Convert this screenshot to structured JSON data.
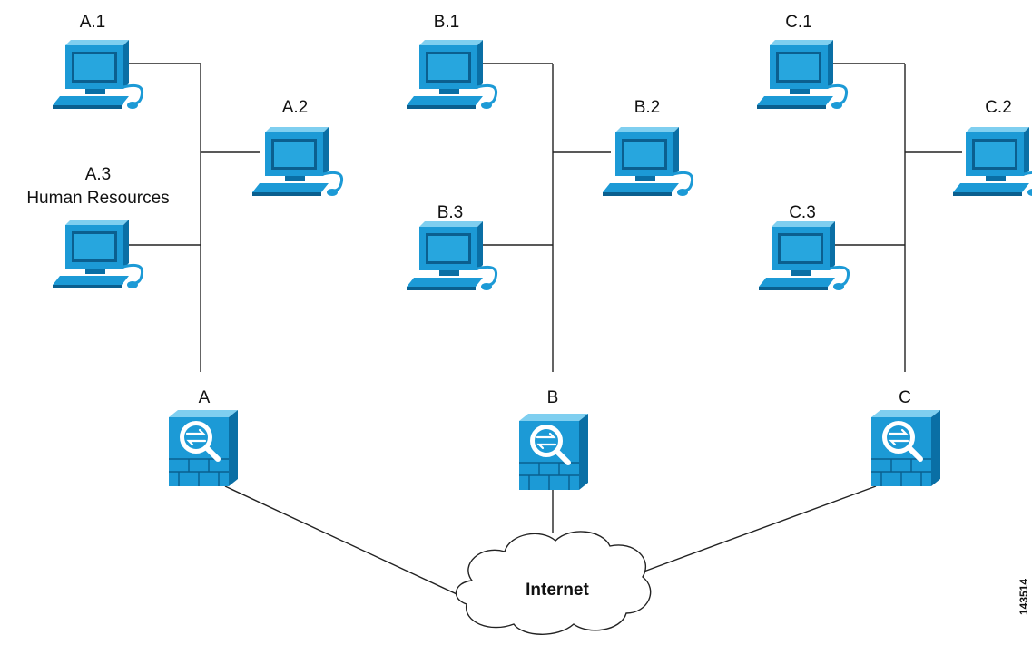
{
  "sites": {
    "a": {
      "firewall_label": "A",
      "hosts": [
        {
          "label": "A.1"
        },
        {
          "label": "A.2"
        },
        {
          "label": "A.3",
          "sublabel": "Human Resources"
        }
      ]
    },
    "b": {
      "firewall_label": "B",
      "hosts": [
        {
          "label": "B.1"
        },
        {
          "label": "B.2"
        },
        {
          "label": "B.3"
        }
      ]
    },
    "c": {
      "firewall_label": "C",
      "hosts": [
        {
          "label": "C.1"
        },
        {
          "label": "C.2"
        },
        {
          "label": "C.3"
        }
      ]
    }
  },
  "cloud": {
    "label": "Internet"
  },
  "figure_id": "143514",
  "colors": {
    "device_blue": "#1c9ad6",
    "device_light": "#7fcff0",
    "device_dark": "#0a5f8f",
    "line": "#222222"
  },
  "icons": {
    "host": "workstation-icon",
    "firewall": "firewall-icon",
    "cloud": "cloud-icon"
  }
}
